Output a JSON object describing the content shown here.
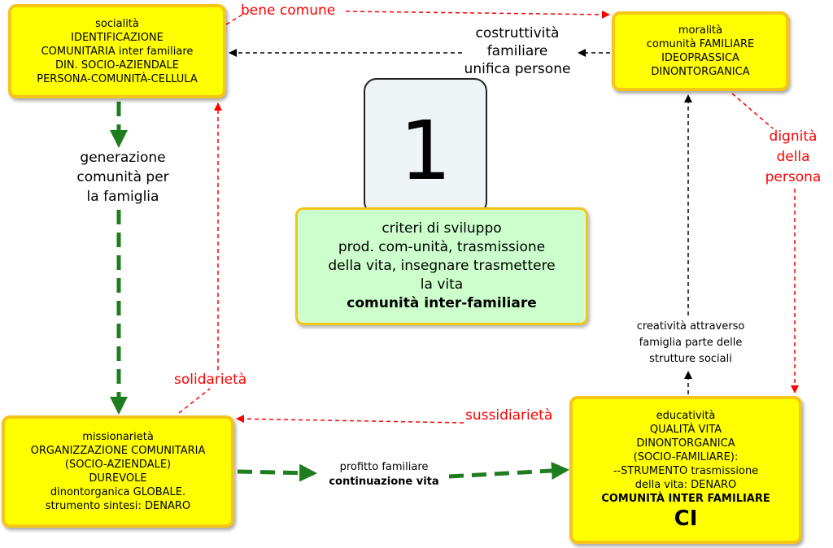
{
  "diagram": {
    "center": {
      "number": "1",
      "lines": [
        "criteri di sviluppo",
        "prod. com-unità, trasmissione",
        "della vita, insegnare trasmettere",
        "la vita"
      ],
      "bold_line": "comunità inter-familiare"
    },
    "nodes": {
      "socialita": {
        "lines": [
          "socialità",
          "IDENTIFICAZIONE",
          "COMUNITARIA inter familiare",
          "DIN. SOCIO-AZIENDALE",
          "PERSONA-COMUNITÀ-CELLULA"
        ]
      },
      "moralita": {
        "lines": [
          "moralità",
          "comunità FAMILIARE",
          "IDEOPRASSICA",
          "DINONTORGANICA"
        ]
      },
      "missionarieta": {
        "lines": [
          "missionarietà",
          "ORGANIZZAZIONE COMUNITARIA",
          "(SOCIO-AZIENDALE)",
          "DUREVOLE",
          "dinontorganica GLOBALE.",
          "strumento sintesi: DENARO"
        ]
      },
      "educativita": {
        "lines": [
          "educatività",
          "QUALITÀ VITA",
          "DINONTORGANICA",
          "(SOCIO-FAMILIARE):",
          "--STRUMENTO trasmissione",
          "della vita: DENARO"
        ],
        "bold_line": "COMUNITÀ INTER FAMILIARE",
        "code": "CI"
      }
    },
    "edge_labels": {
      "bene_comune": "bene comune",
      "costruttivita": [
        "costruttività",
        "familiare",
        "unifica persone"
      ],
      "dignita": [
        "dignità",
        "della",
        "persona"
      ],
      "generazione": [
        "generazione",
        "comunità per",
        "la famiglia"
      ],
      "solidarieta": "solidarietà",
      "sussidiarieta": "sussidiarietà",
      "creativita": [
        "creatività attraverso",
        "famiglia parte delle",
        "strutture sociali"
      ],
      "profitto": "profitto familiare",
      "continuazione": "continuazione vita"
    },
    "colors": {
      "node_fill": "#ffff00",
      "node_border": "#f5c518",
      "center_fill": "#ccffcc",
      "red_edge": "#ff0000",
      "green_edge": "#1e7d1e",
      "black_edge": "#000000"
    }
  }
}
